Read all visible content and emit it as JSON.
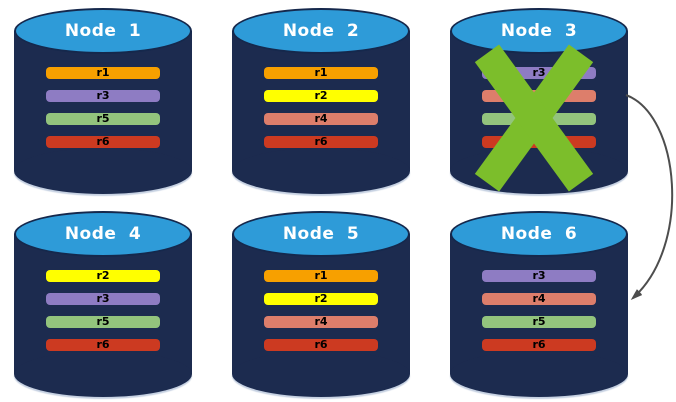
{
  "diagram": {
    "description": "Replica distribution across database nodes with one failed node",
    "node_colors": {
      "cap": "#2E9BD8",
      "body": "#1C2B4F",
      "outline": "#15284C"
    },
    "replica_colors": {
      "r1": "#F7A000",
      "r2": "#FFFF00",
      "r3": "#8E7CC3",
      "r4": "#DD7E6B",
      "r5": "#93C47D",
      "r6": "#CC3A21"
    },
    "nodes": [
      {
        "label": "Node 1",
        "failed": false,
        "replicas": [
          {
            "label": "r1",
            "color": "#F7A000"
          },
          {
            "label": "r3",
            "color": "#8E7CC3"
          },
          {
            "label": "r5",
            "color": "#93C47D"
          },
          {
            "label": "r6",
            "color": "#CC3A21"
          }
        ]
      },
      {
        "label": "Node 2",
        "failed": false,
        "replicas": [
          {
            "label": "r1",
            "color": "#F7A000"
          },
          {
            "label": "r2",
            "color": "#FFFF00"
          },
          {
            "label": "r4",
            "color": "#DD7E6B"
          },
          {
            "label": "r6",
            "color": "#CC3A21"
          }
        ]
      },
      {
        "label": "Node 3",
        "failed": true,
        "replicas": [
          {
            "label": "r3",
            "color": "#8E7CC3"
          },
          {
            "label": "",
            "color": "#DD7E6B"
          },
          {
            "label": "",
            "color": "#93C47D"
          },
          {
            "label": "",
            "color": "#CC3A21"
          }
        ]
      },
      {
        "label": "Node 4",
        "failed": false,
        "replicas": [
          {
            "label": "r2",
            "color": "#FFFF00"
          },
          {
            "label": "r3",
            "color": "#8E7CC3"
          },
          {
            "label": "r5",
            "color": "#93C47D"
          },
          {
            "label": "r6",
            "color": "#CC3A21"
          }
        ]
      },
      {
        "label": "Node 5",
        "failed": false,
        "replicas": [
          {
            "label": "r1",
            "color": "#F7A000"
          },
          {
            "label": "r2",
            "color": "#FFFF00"
          },
          {
            "label": "r4",
            "color": "#DD7E6B"
          },
          {
            "label": "r6",
            "color": "#CC3A21"
          }
        ]
      },
      {
        "label": "Node 6",
        "failed": false,
        "replicas": [
          {
            "label": "r3",
            "color": "#8E7CC3"
          },
          {
            "label": "r4",
            "color": "#DD7E6B"
          },
          {
            "label": "r5",
            "color": "#93C47D"
          },
          {
            "label": "r6",
            "color": "#CC3A21"
          }
        ]
      }
    ],
    "failure_mark": {
      "node": "Node 3",
      "color": "#7CBE2B"
    },
    "arrow": {
      "from": "Node 3",
      "to": "Node 6",
      "color": "#4D4D4D"
    }
  }
}
